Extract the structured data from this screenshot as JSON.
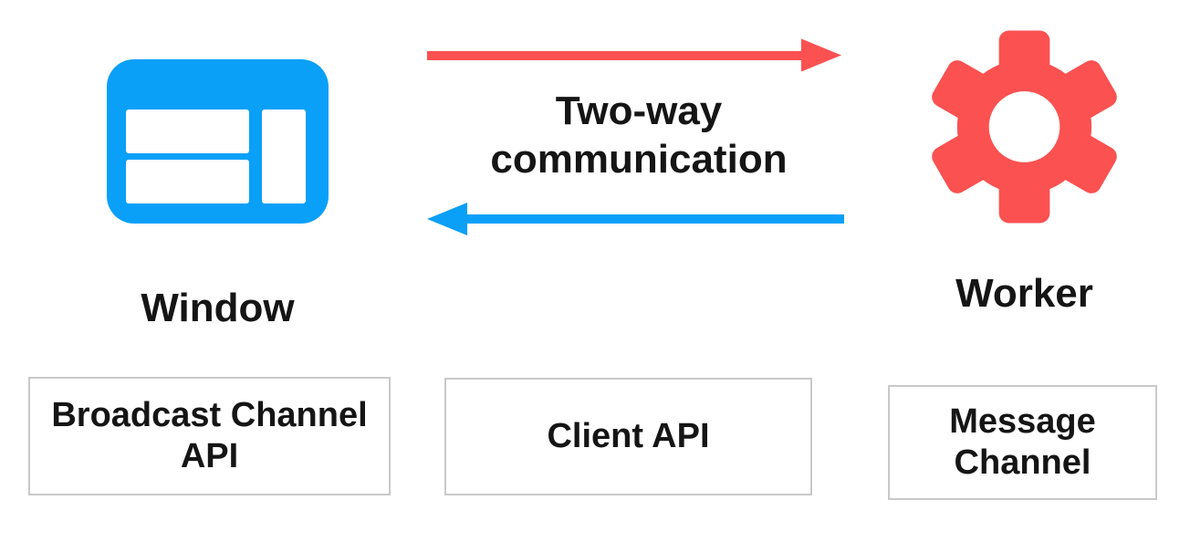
{
  "colors": {
    "blue": "#0aa0f8",
    "red": "#fb5151",
    "box-border": "#c9c9c9",
    "text": "#151515"
  },
  "window": {
    "label": "Window"
  },
  "worker": {
    "label": "Worker"
  },
  "communication": {
    "label": "Two-way communication"
  },
  "channels": [
    {
      "label": "Broadcast Channel API"
    },
    {
      "label": "Client API"
    },
    {
      "label": "Message Channel"
    }
  ]
}
